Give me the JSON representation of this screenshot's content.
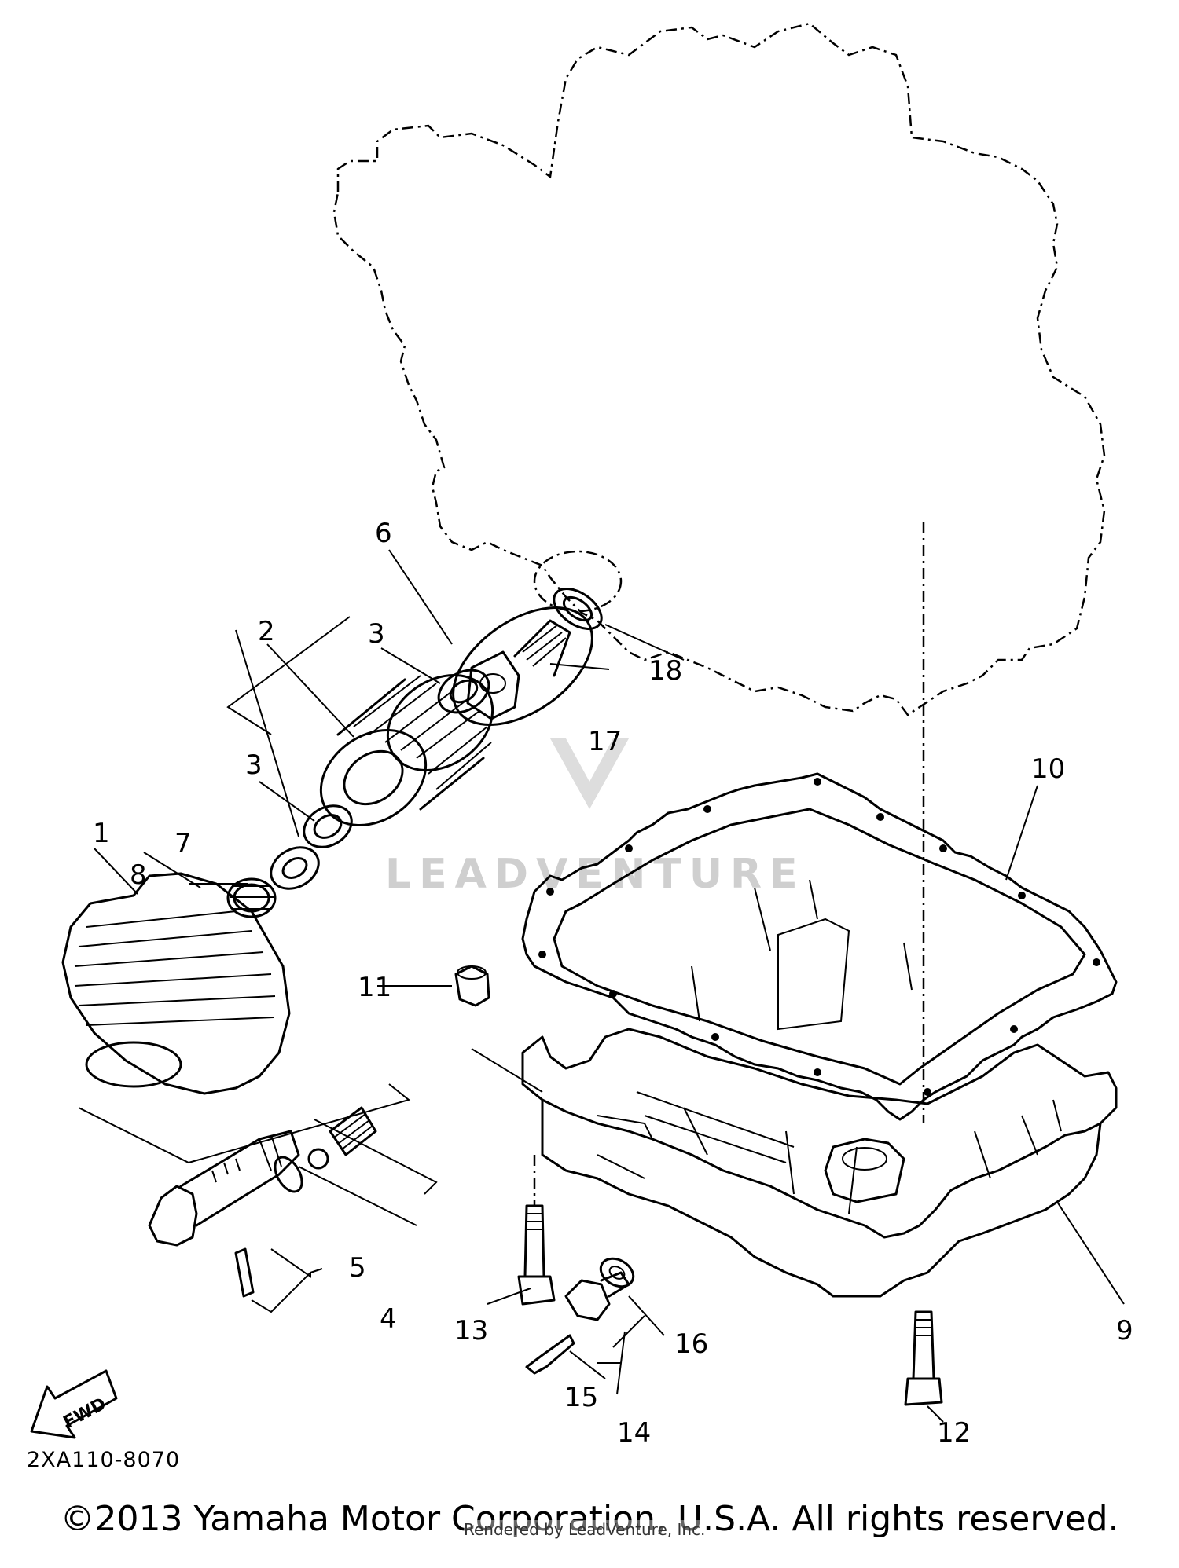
{
  "diagram": {
    "reference_code": "2XA110-8070",
    "copyright": "©2013 Yamaha Motor Corporation, U.S.A. All rights reserved.",
    "rendered_by": "Rendered by LeadVenture, Inc.",
    "watermark": "LEADVENTURE",
    "direction_marker": "FWD",
    "callouts": [
      "1",
      "2",
      "3",
      "3",
      "4",
      "5",
      "6",
      "7",
      "8",
      "9",
      "10",
      "11",
      "12",
      "13",
      "14",
      "15",
      "16",
      "17",
      "18"
    ]
  }
}
